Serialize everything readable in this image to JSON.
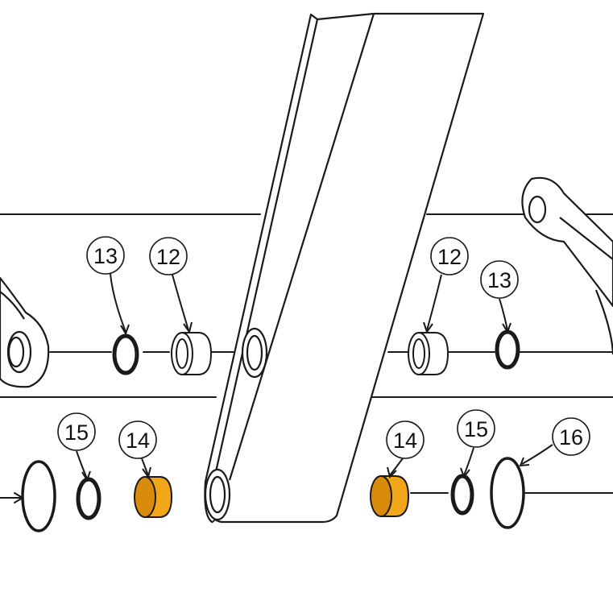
{
  "colors": {
    "line": "#1a1a1a",
    "part_fill": "#ffffff",
    "bushing_highlight": "#f2a619",
    "bushing_highlight_dark": "#d98b0c",
    "background": "#ffffff"
  },
  "callouts": {
    "left_13": "13",
    "left_12": "12",
    "right_12": "12",
    "right_13": "13",
    "left_15": "15",
    "left_14": "14",
    "right_14": "14",
    "right_15": "15",
    "right_16": "16"
  }
}
